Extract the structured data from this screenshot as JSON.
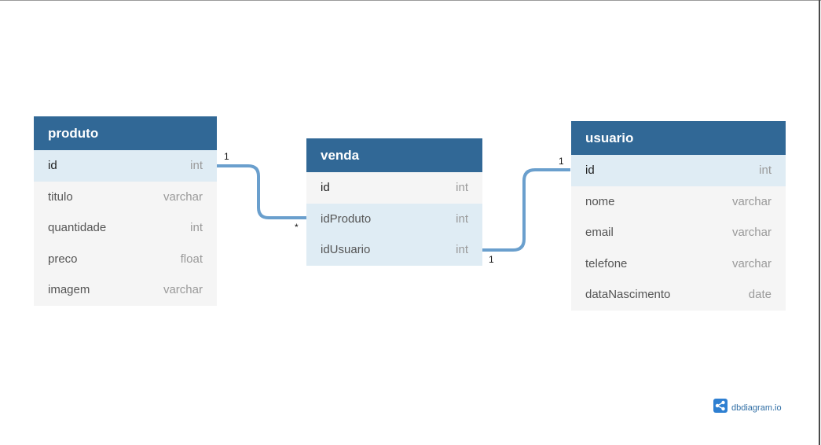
{
  "tables": [
    {
      "name": "produto",
      "fields": [
        {
          "name": "id",
          "type": "int"
        },
        {
          "name": "titulo",
          "type": "varchar"
        },
        {
          "name": "quantidade",
          "type": "int"
        },
        {
          "name": "preco",
          "type": "float"
        },
        {
          "name": "imagem",
          "type": "varchar"
        }
      ]
    },
    {
      "name": "venda",
      "fields": [
        {
          "name": "id",
          "type": "int"
        },
        {
          "name": "idProduto",
          "type": "int"
        },
        {
          "name": "idUsuario",
          "type": "int"
        }
      ]
    },
    {
      "name": "usuario",
      "fields": [
        {
          "name": "id",
          "type": "int"
        },
        {
          "name": "nome",
          "type": "varchar"
        },
        {
          "name": "email",
          "type": "varchar"
        },
        {
          "name": "telefone",
          "type": "varchar"
        },
        {
          "name": "dataNascimento",
          "type": "date"
        }
      ]
    }
  ],
  "relations": [
    {
      "from": "produto.id",
      "from_card": "1",
      "to": "venda.idProduto",
      "to_card": "*"
    },
    {
      "from": "usuario.id",
      "from_card": "1",
      "to": "venda.idUsuario",
      "to_card": "1"
    }
  ],
  "colors": {
    "header": "#316896",
    "link": "#6a9fcd",
    "highlight_row": "#dfecf4",
    "row": "#f5f5f5"
  },
  "brand": {
    "label": "dbdiagram.io",
    "icon": "share-nodes-icon"
  }
}
